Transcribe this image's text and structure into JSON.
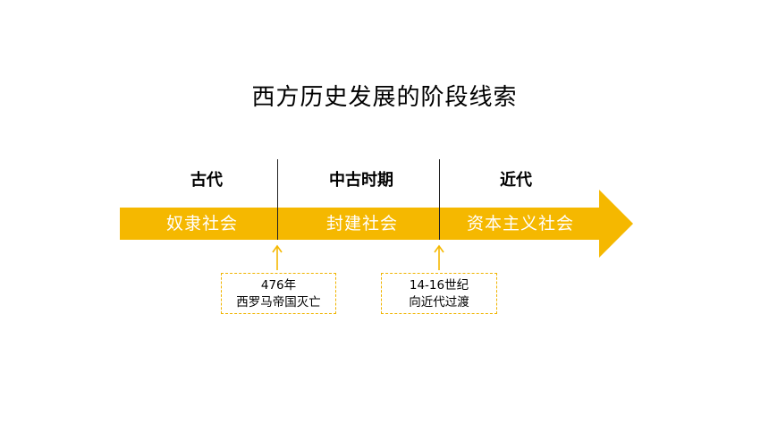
{
  "title": "西方历史发展的阶段线索",
  "periods": [
    {
      "label": "古代"
    },
    {
      "label": "中古时期"
    },
    {
      "label": "近代"
    }
  ],
  "societies": [
    {
      "label": "奴隶社会"
    },
    {
      "label": "封建社会"
    },
    {
      "label": "资本主义社会"
    }
  ],
  "events": [
    {
      "line1": "476年",
      "line2": "西罗马帝国灭亡"
    },
    {
      "line1": "14-16世纪",
      "line2": "向近代过渡"
    }
  ],
  "colors": {
    "arrow": "#f5b800",
    "event_border": "#f0b400",
    "divider": "#222222",
    "society_text": "#ffffff"
  }
}
